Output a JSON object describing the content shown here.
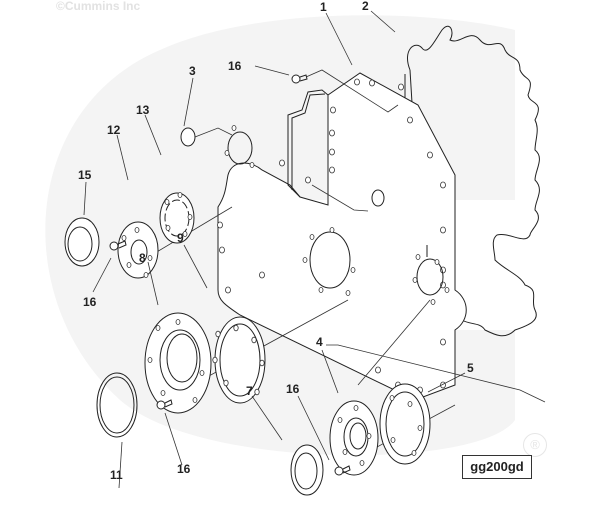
{
  "diagram": {
    "copyright": "©Cummins Inc",
    "diagram_id": "gg200gd",
    "registered_mark": "®",
    "watermark": "Cummins",
    "colors": {
      "watermark": "#f3f3f3",
      "line": "#222222",
      "label": "#222222"
    },
    "callouts": [
      {
        "id": "c1",
        "label": "1",
        "part": "front-cover"
      },
      {
        "id": "c2",
        "label": "2",
        "part": "cover-gasket"
      },
      {
        "id": "c3",
        "label": "3",
        "part": "plug"
      },
      {
        "id": "c4",
        "label": "4",
        "part": "seal-carrier-small"
      },
      {
        "id": "c5",
        "label": "5",
        "part": "carrier-gasket-small"
      },
      {
        "id": "c7",
        "label": "7",
        "part": "oil-seal-small"
      },
      {
        "id": "c8",
        "label": "8",
        "part": "seal-carrier-large"
      },
      {
        "id": "c9",
        "label": "9",
        "part": "carrier-gasket-large"
      },
      {
        "id": "c11",
        "label": "11",
        "part": "o-ring"
      },
      {
        "id": "c12",
        "label": "12",
        "part": "cover-plate"
      },
      {
        "id": "c13",
        "label": "13",
        "part": "cover-plate-gasket"
      },
      {
        "id": "c15",
        "label": "15",
        "part": "oil-seal-left"
      },
      {
        "id": "c16a",
        "label": "16",
        "part": "capscrew-top"
      },
      {
        "id": "c16b",
        "label": "16",
        "part": "capscrew-left"
      },
      {
        "id": "c16c",
        "label": "16",
        "part": "capscrew-bottom-left"
      },
      {
        "id": "c16d",
        "label": "16",
        "part": "capscrew-bottom-right"
      }
    ]
  }
}
